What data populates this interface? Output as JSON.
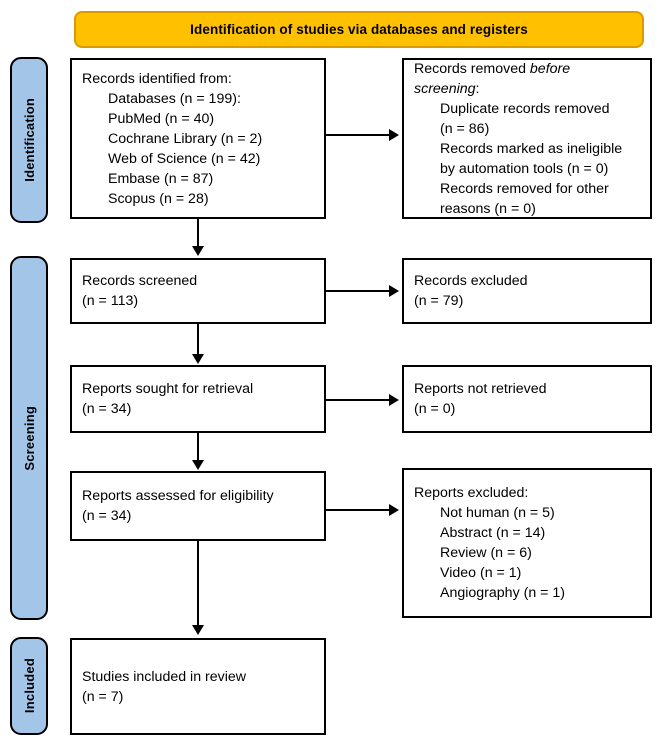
{
  "diagram": {
    "title": "PRISMA flow diagram",
    "banner": {
      "label": "Identification of studies via databases and registers",
      "fill_color": "#FFC000",
      "border_color": "#D99B00"
    },
    "stage_tab_color": "#A3C6E8",
    "stages": [
      {
        "key": "identification",
        "label": "Identification"
      },
      {
        "key": "screening",
        "label": "Screening"
      },
      {
        "key": "included",
        "label": "Included"
      }
    ],
    "boxes": {
      "records_identified": {
        "lines": [
          {
            "text": "Records identified from:",
            "indent": false
          },
          {
            "text": "Databases (n = 199):",
            "indent": true
          },
          {
            "text": "PubMed (n = 40)",
            "indent": true
          },
          {
            "text": "Cochrane Library (n = 2)",
            "indent": true
          },
          {
            "text": "Web of Science (n = 42)",
            "indent": true
          },
          {
            "text": "Embase (n = 87)",
            "indent": true
          },
          {
            "text": "Scopus (n = 28)",
            "indent": true
          }
        ]
      },
      "records_removed": {
        "line1_plain": "Records removed ",
        "line1_italic": "before",
        "line2_italic": "screening",
        "line2_plain": ":",
        "lines": [
          {
            "text": "Duplicate records removed",
            "indent": true
          },
          {
            "text": "(n = 86)",
            "indent": true
          },
          {
            "text": "Records marked as ineligible",
            "indent": true
          },
          {
            "text": "by automation tools (n = 0)",
            "indent": true
          },
          {
            "text": "Records removed for other",
            "indent": true
          },
          {
            "text": "reasons (n = 0)",
            "indent": true
          }
        ]
      },
      "records_screened": {
        "lines": [
          {
            "text": "Records screened",
            "indent": false
          },
          {
            "text": "(n = 113)",
            "indent": false
          }
        ]
      },
      "records_excluded": {
        "lines": [
          {
            "text": "Records excluded",
            "indent": false
          },
          {
            "text": "(n = 79)",
            "indent": false
          }
        ]
      },
      "reports_sought": {
        "lines": [
          {
            "text": "Reports sought for retrieval",
            "indent": false
          },
          {
            "text": "(n = 34)",
            "indent": false
          }
        ]
      },
      "reports_not_retrieved": {
        "lines": [
          {
            "text": "Reports not retrieved",
            "indent": false
          },
          {
            "text": "(n = 0)",
            "indent": false
          }
        ]
      },
      "reports_assessed": {
        "lines": [
          {
            "text": "Reports assessed for eligibility",
            "indent": false
          },
          {
            "text": "(n = 34)",
            "indent": false
          }
        ]
      },
      "reports_excluded": {
        "lines": [
          {
            "text": "Reports excluded:",
            "indent": false
          },
          {
            "text": "Not human (n = 5)",
            "indent": true
          },
          {
            "text": "Abstract (n = 14)",
            "indent": true
          },
          {
            "text": "Review (n = 6)",
            "indent": true
          },
          {
            "text": "Video (n = 1)",
            "indent": true
          },
          {
            "text": "Angiography (n = 1)",
            "indent": true
          }
        ]
      },
      "studies_included": {
        "lines": [
          {
            "text": "Studies included in review",
            "indent": false
          },
          {
            "text": "(n = 7)",
            "indent": false
          }
        ]
      }
    },
    "chart_data": {
      "type": "diagram",
      "subtype": "prisma-flow",
      "title": "Identification of studies via databases and registers",
      "nodes": [
        {
          "id": "records_identified",
          "stage": "Identification",
          "column": "left",
          "total": 199,
          "breakdown": [
            {
              "source": "PubMed",
              "n": 40
            },
            {
              "source": "Cochrane Library",
              "n": 2
            },
            {
              "source": "Web of Science",
              "n": 42
            },
            {
              "source": "Embase",
              "n": 87
            },
            {
              "source": "Scopus",
              "n": 28
            }
          ]
        },
        {
          "id": "records_removed",
          "stage": "Identification",
          "column": "right",
          "breakdown": [
            {
              "reason": "Duplicate records removed",
              "n": 86
            },
            {
              "reason": "Records marked as ineligible by automation tools",
              "n": 0
            },
            {
              "reason": "Records removed for other reasons",
              "n": 0
            }
          ]
        },
        {
          "id": "records_screened",
          "stage": "Screening",
          "column": "left",
          "n": 113
        },
        {
          "id": "records_excluded",
          "stage": "Screening",
          "column": "right",
          "n": 79
        },
        {
          "id": "reports_sought",
          "stage": "Screening",
          "column": "left",
          "n": 34
        },
        {
          "id": "reports_not_retrieved",
          "stage": "Screening",
          "column": "right",
          "n": 0
        },
        {
          "id": "reports_assessed",
          "stage": "Screening",
          "column": "left",
          "n": 34
        },
        {
          "id": "reports_excluded",
          "stage": "Screening",
          "column": "right",
          "breakdown": [
            {
              "reason": "Not human",
              "n": 5
            },
            {
              "reason": "Abstract",
              "n": 14
            },
            {
              "reason": "Review",
              "n": 6
            },
            {
              "reason": "Video",
              "n": 1
            },
            {
              "reason": "Angiography",
              "n": 1
            }
          ]
        },
        {
          "id": "studies_included",
          "stage": "Included",
          "column": "left",
          "n": 7
        }
      ],
      "edges": [
        {
          "from": "records_identified",
          "to": "records_removed",
          "direction": "right"
        },
        {
          "from": "records_identified",
          "to": "records_screened",
          "direction": "down"
        },
        {
          "from": "records_screened",
          "to": "records_excluded",
          "direction": "right"
        },
        {
          "from": "records_screened",
          "to": "reports_sought",
          "direction": "down"
        },
        {
          "from": "reports_sought",
          "to": "reports_not_retrieved",
          "direction": "right"
        },
        {
          "from": "reports_sought",
          "to": "reports_assessed",
          "direction": "down"
        },
        {
          "from": "reports_assessed",
          "to": "reports_excluded",
          "direction": "right"
        },
        {
          "from": "reports_assessed",
          "to": "studies_included",
          "direction": "down"
        }
      ]
    }
  }
}
